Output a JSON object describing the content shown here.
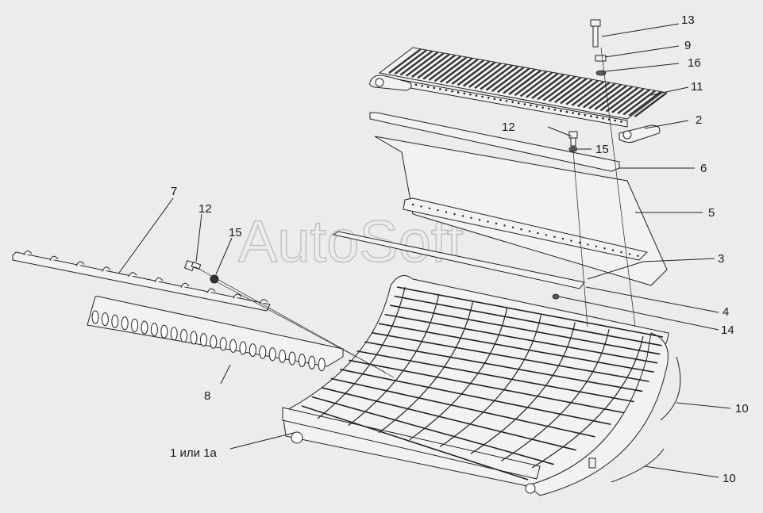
{
  "watermark": "AutoSoft",
  "labels": {
    "p13": "13",
    "p9": "9",
    "p16": "16",
    "p11": "11",
    "p2": "2",
    "p12a": "12",
    "p15a": "15",
    "p6": "6",
    "p5": "5",
    "p3": "3",
    "p4": "4",
    "p14": "14",
    "p7": "7",
    "p12b": "12",
    "p15b": "15",
    "p8": "8",
    "p1": "1 или 1а",
    "p10a": "10",
    "p10b": "10"
  }
}
